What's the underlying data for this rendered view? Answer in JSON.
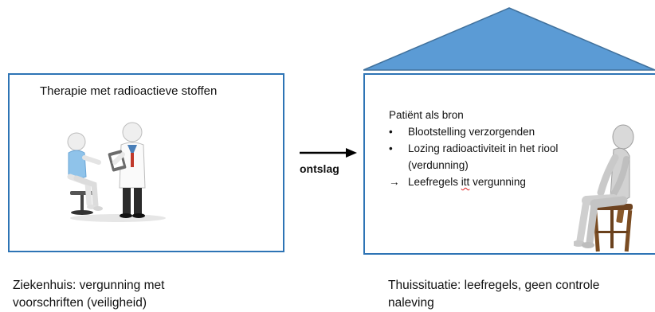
{
  "hospital": {
    "title": "Therapie met radioactieve stoffen",
    "caption_line1": "Ziekenhuis: vergunning met",
    "caption_line2": "voorschriften (veiligheid)"
  },
  "transition": {
    "label": "ontslag"
  },
  "home": {
    "heading": "Patiënt als bron",
    "bullets": [
      "Blootstelling verzorgenden",
      "Lozing radioactiviteit in het riool"
    ],
    "bullet_continuation": "(verdunning)",
    "arrow_item_prefix": "Leefregels ",
    "arrow_item_marked": "itt",
    "arrow_item_suffix": " vergunning",
    "arrow_symbol": "→",
    "bullet_symbol": "•",
    "caption_line1": "Thuissituatie: leefregels, geen controle",
    "caption_line2": "naleving"
  },
  "colors": {
    "border": "#2e74b5",
    "roof": "#5b9bd5",
    "roof_border": "#41719c"
  },
  "icons": {
    "doctor_patient": "doctor-patient-illustration",
    "seated_person": "seated-figure-illustration",
    "arrow": "right-arrow-icon",
    "roof": "house-roof"
  }
}
